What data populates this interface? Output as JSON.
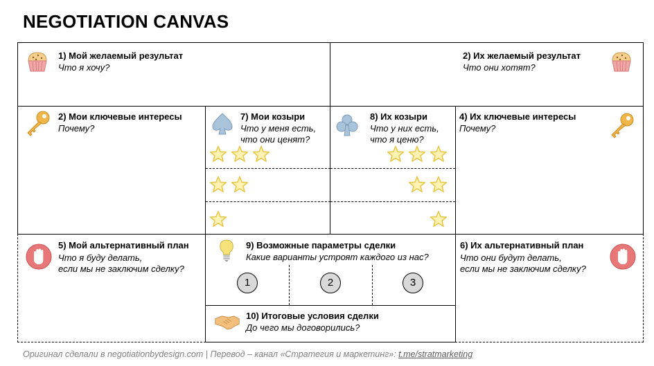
{
  "title": "NEGOTIATION CANVAS",
  "blocks": {
    "b1": {
      "heading": "1) Мой желаемый результат",
      "question": "Что я хочу?",
      "icon": "cupcake-icon"
    },
    "b2": {
      "heading": "2) Их желаемый результат",
      "question": "Что они хотят?",
      "icon": "cupcake-icon"
    },
    "b3": {
      "heading": "2) Мои ключевые интересы",
      "question": "Почему?",
      "icon": "key-icon"
    },
    "b4": {
      "heading": "4) Их ключевые интересы",
      "question": "Почему?",
      "icon": "key-icon"
    },
    "b7": {
      "heading": "7) Мои козыри",
      "question_line1": "Что у меня есть,",
      "question_line2": "что они ценят?",
      "icon": "spade-icon"
    },
    "b8": {
      "heading": "8) Их козыри",
      "question_line1": "Что у них есть,",
      "question_line2": "что я ценю?",
      "icon": "club-icon"
    },
    "b5": {
      "heading": "5) Мой альтернативный план",
      "question_line1": "Что я буду делать,",
      "question_line2": "если мы не заключим сделку?",
      "icon": "stop-hand-icon"
    },
    "b6": {
      "heading": "6) Их альтернативный план",
      "question_line1": "Что они будут делать,",
      "question_line2": "если мы не заключим сделку?",
      "icon": "stop-hand-icon"
    },
    "b9": {
      "heading": "9) Возможные параметры сделки",
      "question": "Какие варианты устроят каждого из нас?",
      "icon": "lightbulb-icon",
      "options": [
        "1",
        "2",
        "3"
      ]
    },
    "b10": {
      "heading": "10) Итоговые условия сделки",
      "question": "До чего мы договорились?",
      "icon": "handshake-icon"
    }
  },
  "trump_rows": {
    "my_stars": [
      3,
      2,
      1
    ],
    "their_stars": [
      3,
      2,
      1
    ]
  },
  "colors": {
    "star_fill": "#fff2b3",
    "star_stroke": "#e6c84c",
    "cupcake": "#f2a7a7",
    "key": "#f0b64a",
    "suit": "#a9c3db",
    "stop": "#e87878",
    "circle": "#d9d9d9"
  },
  "footer": {
    "text": "Оригинал сделали в negotiationbydesign.com | Перевод – канал «Стратегия и маркетинг»: ",
    "link": "t.me/stratmarketing"
  }
}
